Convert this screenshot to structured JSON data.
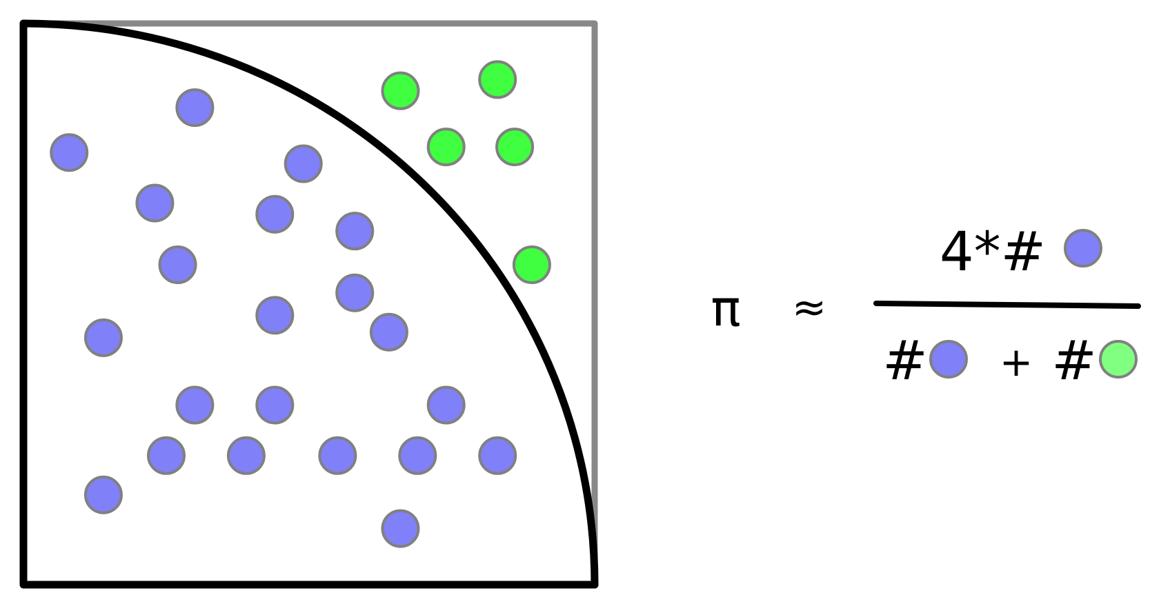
{
  "colors": {
    "inside": "#8080f8",
    "outside": "#40ff40",
    "outside_legend": "#80ff80",
    "dot_stroke": "#808080",
    "square_edge": "#888888",
    "arc": "#000000"
  },
  "points": {
    "inside": [
      [
        0.3,
        0.85
      ],
      [
        0.08,
        0.77
      ],
      [
        0.49,
        0.75
      ],
      [
        0.23,
        0.68
      ],
      [
        0.44,
        0.66
      ],
      [
        0.58,
        0.63
      ],
      [
        0.27,
        0.57
      ],
      [
        0.58,
        0.52
      ],
      [
        0.44,
        0.48
      ],
      [
        0.64,
        0.45
      ],
      [
        0.14,
        0.44
      ],
      [
        0.3,
        0.32
      ],
      [
        0.44,
        0.32
      ],
      [
        0.74,
        0.32
      ],
      [
        0.25,
        0.23
      ],
      [
        0.39,
        0.23
      ],
      [
        0.55,
        0.23
      ],
      [
        0.69,
        0.23
      ],
      [
        0.83,
        0.23
      ],
      [
        0.14,
        0.16
      ],
      [
        0.66,
        0.1
      ]
    ],
    "outside": [
      [
        0.66,
        0.88
      ],
      [
        0.83,
        0.9
      ],
      [
        0.74,
        0.78
      ],
      [
        0.86,
        0.78
      ],
      [
        0.89,
        0.57
      ]
    ]
  },
  "formula": {
    "lhs": "π",
    "approx": "≈",
    "numerator": "4*#",
    "denominator_hash_1": "#",
    "plus": "+",
    "denominator_hash_2": "#"
  }
}
